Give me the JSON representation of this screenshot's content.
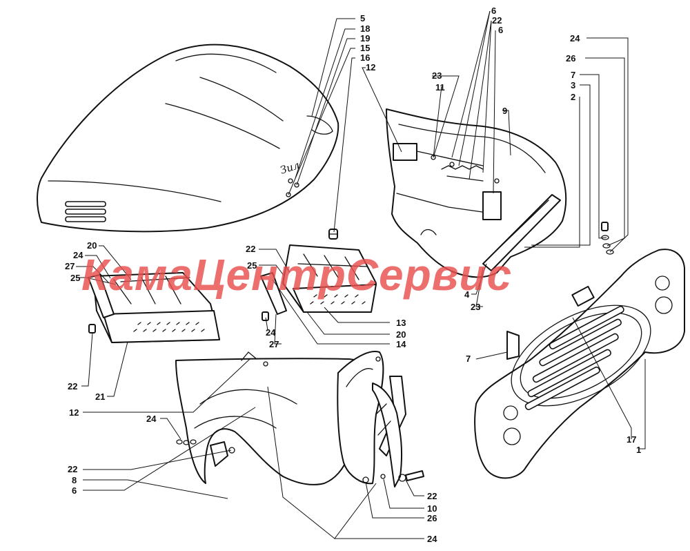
{
  "diagram": {
    "watermark": {
      "part1": "Кама",
      "part2": "Центр",
      "part3": "Сервис",
      "color": "#e8504f"
    },
    "hood_badge": "Зил",
    "callouts": {
      "c_5": "5",
      "c_18": "18",
      "c_19": "19",
      "c_15": "15",
      "c_16": "16",
      "c_12a": "12",
      "c_6a": "6",
      "c_22a": "22",
      "c_6b": "6",
      "c_24a": "24",
      "c_26a": "26",
      "c_7a": "7",
      "c_3": "3",
      "c_2": "2",
      "c_23a": "23",
      "c_11": "11",
      "c_9": "9",
      "c_20a": "20",
      "c_24b": "24",
      "c_27a": "27",
      "c_25a": "25",
      "c_22b": "22",
      "c_25b": "25",
      "c_4": "4",
      "c_23b": "23",
      "c_13": "13",
      "c_20b": "20",
      "c_14": "14",
      "c_24c": "24",
      "c_27b": "27",
      "c_22c": "22",
      "c_21": "21",
      "c_7b": "7",
      "c_12b": "12",
      "c_24d": "24",
      "c_17": "17",
      "c_1": "1",
      "c_22d": "22",
      "c_8": "8",
      "c_6c": "6",
      "c_22e": "22",
      "c_10": "10",
      "c_26b": "26",
      "c_24e": "24"
    }
  }
}
